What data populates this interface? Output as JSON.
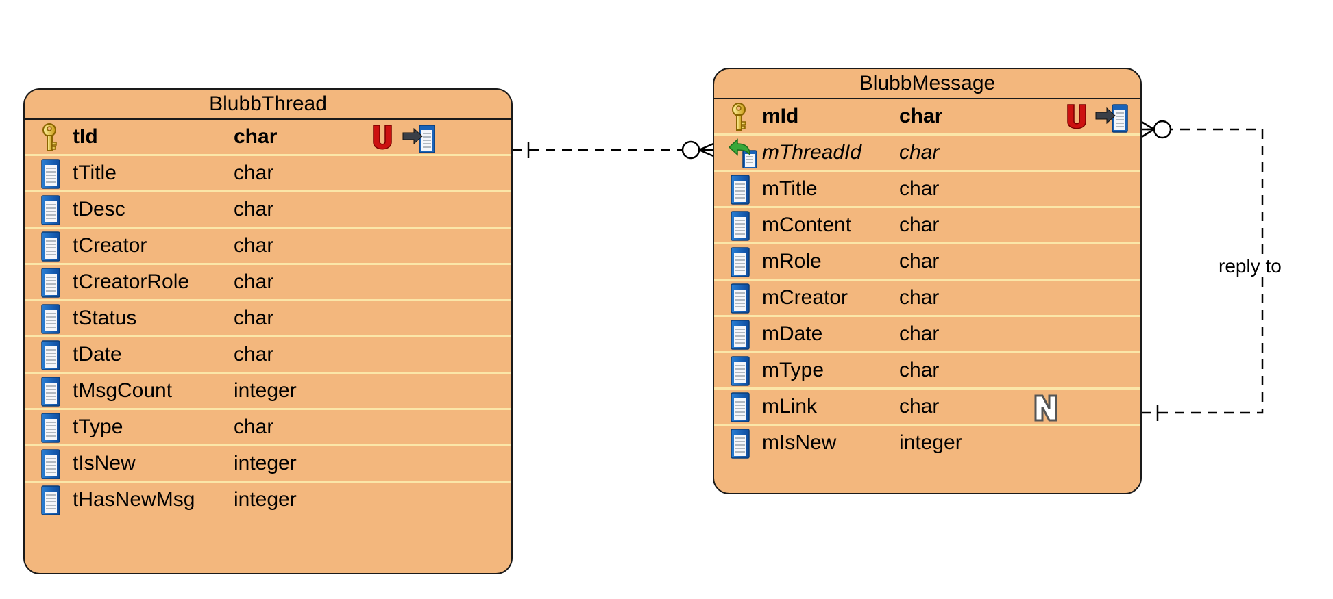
{
  "entities": {
    "thread": {
      "title": "BlubbThread",
      "columns": [
        {
          "name": "tId",
          "type": "char",
          "kind": "pk",
          "icon": "primary-key-icon"
        },
        {
          "name": "tTitle",
          "type": "char",
          "kind": "col",
          "icon": "column-icon"
        },
        {
          "name": "tDesc",
          "type": "char",
          "kind": "col",
          "icon": "column-icon"
        },
        {
          "name": "tCreator",
          "type": "char",
          "kind": "col",
          "icon": "column-icon"
        },
        {
          "name": "tCreatorRole",
          "type": "char",
          "kind": "col",
          "icon": "column-icon"
        },
        {
          "name": "tStatus",
          "type": "char",
          "kind": "col",
          "icon": "column-icon"
        },
        {
          "name": "tDate",
          "type": "char",
          "kind": "col",
          "icon": "column-icon"
        },
        {
          "name": "tMsgCount",
          "type": "integer",
          "kind": "col",
          "icon": "column-icon"
        },
        {
          "name": "tType",
          "type": "char",
          "kind": "col",
          "icon": "column-icon"
        },
        {
          "name": "tIsNew",
          "type": "integer",
          "kind": "col",
          "icon": "column-icon"
        },
        {
          "name": "tHasNewMsg",
          "type": "integer",
          "kind": "col",
          "icon": "column-icon"
        }
      ]
    },
    "message": {
      "title": "BlubbMessage",
      "columns": [
        {
          "name": "mId",
          "type": "char",
          "kind": "pk",
          "icon": "primary-key-icon"
        },
        {
          "name": "mThreadId",
          "type": "char",
          "kind": "fk",
          "icon": "foreign-key-icon"
        },
        {
          "name": "mTitle",
          "type": "char",
          "kind": "col",
          "icon": "column-icon"
        },
        {
          "name": "mContent",
          "type": "char",
          "kind": "col",
          "icon": "column-icon"
        },
        {
          "name": "mRole",
          "type": "char",
          "kind": "col",
          "icon": "column-icon"
        },
        {
          "name": "mCreator",
          "type": "char",
          "kind": "col",
          "icon": "column-icon"
        },
        {
          "name": "mDate",
          "type": "char",
          "kind": "col",
          "icon": "column-icon"
        },
        {
          "name": "mType",
          "type": "char",
          "kind": "col",
          "icon": "column-icon"
        },
        {
          "name": "mLink",
          "type": "char",
          "kind": "col",
          "icon": "column-icon",
          "badge": "N"
        },
        {
          "name": "mIsNew",
          "type": "integer",
          "kind": "col",
          "icon": "column-icon"
        }
      ]
    }
  },
  "relationships": [
    {
      "from": "BlubbThread.tId",
      "to": "BlubbMessage.mThreadId",
      "cardinality": "one-to-zero-or-many",
      "label": ""
    },
    {
      "from": "BlubbMessage.mLink",
      "to": "BlubbMessage.mId",
      "cardinality": "one-to-zero-or-many",
      "label": "reply to"
    }
  ],
  "labels": {
    "reply_to": "reply to"
  },
  "colors": {
    "entity_fill": "#f3b77d",
    "row_divider": "#fbe6a8",
    "outline": "#1a1a1a",
    "unique_badge": "#cc1111"
  }
}
